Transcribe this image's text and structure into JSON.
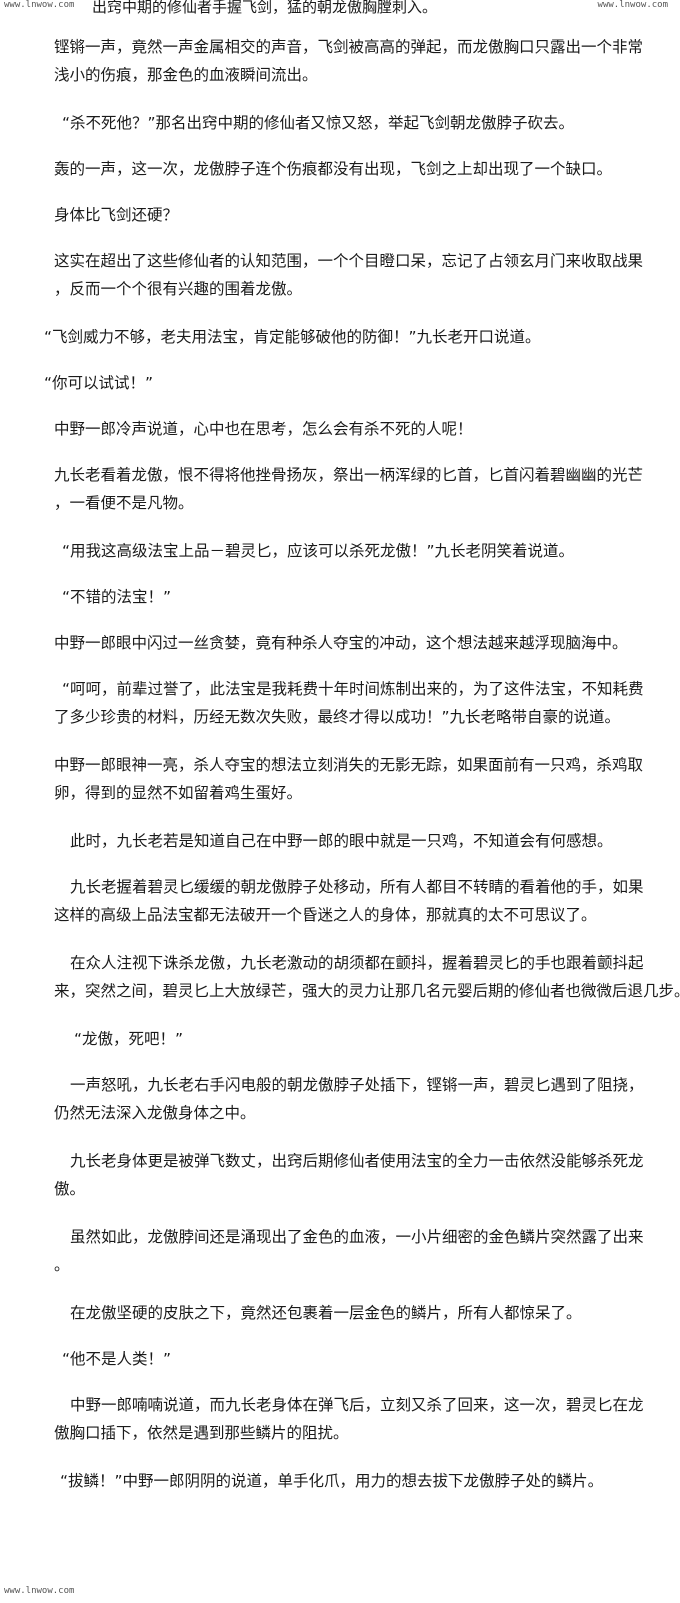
{
  "header": {
    "site_left": "www.lnwow.com",
    "cut_line": "出窍中期的修仙者手握飞剑，猛的朝龙傲胸膛刺入。",
    "site_right": "www.lnwow.com"
  },
  "paragraphs": [
    {
      "lines": [
        "铿锵一声，竟然一声金属相交的声音，飞剑被高高的弹起，而龙傲胸口只露出一个非常",
        "浅小的伤痕，那金色的血液瞬间流出。"
      ]
    },
    {
      "lines": [
        "“杀不死他？”那名出窍中期的修仙者又惊又怒，举起飞剑朝龙傲脖子砍去。"
      ]
    },
    {
      "lines": [
        "轰的一声，这一次，龙傲脖子连个伤痕都没有出现，飞剑之上却出现了一个缺口。"
      ]
    },
    {
      "lines": [
        "身体比飞剑还硬？"
      ]
    },
    {
      "lines": [
        "这实在超出了这些修仙者的认知范围，一个个目瞪口呆，忘记了占领玄月门来收取战果",
        "，反而一个个很有兴趣的围着龙傲。"
      ]
    },
    {
      "lines": [
        "“飞剑威力不够，老夫用法宝，肯定能够破他的防御！”九长老开口说道。"
      ]
    },
    {
      "lines": [
        "“你可以试试！”"
      ]
    },
    {
      "lines": [
        "中野一郎冷声说道，心中也在思考，怎么会有杀不死的人呢！"
      ]
    },
    {
      "lines": [
        "九长老看着龙傲，恨不得将他挫骨扬灰，祭出一柄浑绿的匕首，匕首闪着碧幽幽的光芒",
        "，一看便不是凡物。"
      ]
    },
    {
      "lines": [
        "“用我这高级法宝上品－碧灵匕，应该可以杀死龙傲！”九长老阴笑着说道。"
      ]
    },
    {
      "lines": [
        "“不错的法宝！”"
      ]
    },
    {
      "lines": [
        "中野一郎眼中闪过一丝贪婪，竟有种杀人夺宝的冲动，这个想法越来越浮现脑海中。"
      ]
    },
    {
      "lines": [
        "“呵呵，前辈过誉了，此法宝是我耗费十年时间炼制出来的，为了这件法宝，不知耗费",
        "了多少珍贵的材料，历经无数次失败，最终才得以成功！”九长老略带自豪的说道。"
      ]
    },
    {
      "lines": [
        "中野一郎眼神一亮，杀人夺宝的想法立刻消失的无影无踪，如果面前有一只鸡，杀鸡取",
        "卵，得到的显然不如留着鸡生蛋好。"
      ]
    },
    {
      "lines": [
        "此时，九长老若是知道自己在中野一郎的眼中就是一只鸡，不知道会有何感想。"
      ]
    },
    {
      "lines": [
        "九长老握着碧灵匕缓缓的朝龙傲脖子处移动，所有人都目不转睛的看着他的手，如果",
        "这样的高级上品法宝都无法破开一个昏迷之人的身体，那就真的太不可思议了。"
      ]
    },
    {
      "lines": [
        "在众人注视下诛杀龙傲，九长老激动的胡须都在颤抖，握着碧灵匕的手也跟着颤抖起",
        "来，突然之间，碧灵匕上大放绿芒，强大的灵力让那几名元婴后期的修仙者也微微后退几步。"
      ]
    },
    {
      "lines": [
        "“龙傲，死吧！”"
      ]
    },
    {
      "lines": [
        "一声怒吼，九长老右手闪电般的朝龙傲脖子处插下，铿锵一声，碧灵匕遇到了阻挠，",
        "仍然无法深入龙傲身体之中。"
      ]
    },
    {
      "lines": [
        "九长老身体更是被弹飞数丈，出窍后期修仙者使用法宝的全力一击依然没能够杀死龙",
        "傲。"
      ]
    },
    {
      "lines": [
        "虽然如此，龙傲脖间还是涌现出了金色的血液，一小片细密的金色鳞片突然露了出来",
        "。"
      ]
    },
    {
      "lines": [
        "在龙傲坚硬的皮肤之下，竟然还包裹着一层金色的鳞片，所有人都惊呆了。"
      ]
    },
    {
      "lines": [
        "“他不是人类！”"
      ]
    },
    {
      "lines": [
        "中野一郎喃喃说道，而九长老身体在弹飞后，立刻又杀了回来，这一次，碧灵匕在龙",
        "傲胸口插下，依然是遇到那些鳞片的阻扰。"
      ]
    },
    {
      "lines": [
        "“拔鳞！”中野一郎阴阴的说道，单手化爪，用力的想去拔下龙傲脖子处的鳞片。"
      ]
    }
  ],
  "footer": {
    "site": "www.lnwow.com"
  }
}
